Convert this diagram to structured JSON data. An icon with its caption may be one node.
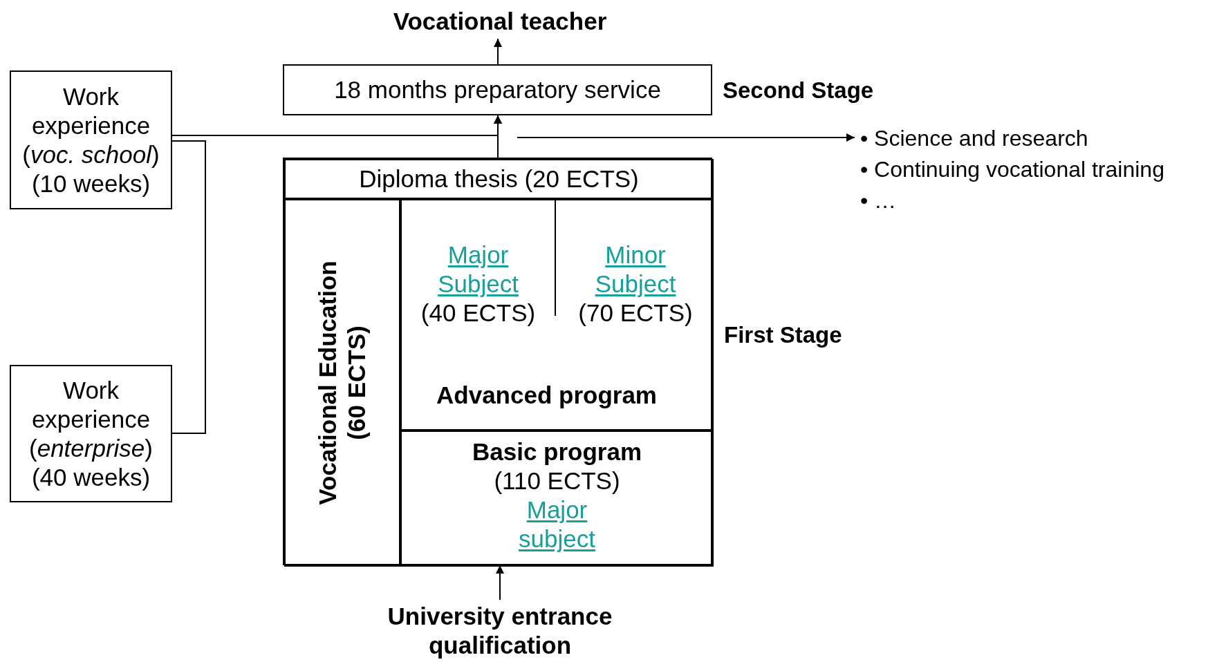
{
  "diagram": {
    "nodes": [
      {
        "text": [
          "Vocational teacher"
        ]
      },
      {
        "text": [
          "18 months preparatory service"
        ]
      },
      {
        "text": [
          "Work experience (*voc. school*) (10 weeks)"
        ]
      },
      {
        "text": [
          "Work experience (*enterprise*) (40 weeks)"
        ]
      },
      {
        "text": [],
        "shape": "box"
      },
      {
        "text": [
          "Diploma thesis (20 ECTS)"
        ],
        "in": 4
      },
      {
        "text": [
          "Vocational Education (60 ECTS)"
        ],
        "in": 4
      },
      {
        "text": [
          "Advanced program"
        ],
        "in": 4
      },
      {
        "text": [
          "Major Subject",
          "(40 ECTS)"
        ],
        "in": 7
      },
      {
        "text": [
          "Minor Subject",
          "(70 ECTS)"
        ],
        "in": 7
      },
      {
        "text": [
          "Basic program",
          "(110 ECTS)",
          "Major subject"
        ],
        "in": 4
      },
      {
        "text": [
          "• Science and research",
          "• Continuing vocational training",
          "• …"
        ]
      },
      {
        "text": [
          "University entrance qualification"
        ]
      }
    ],
    "edges": [
      {
        "from": 1,
        "to": 0,
        "arrow": "to"
      },
      {
        "from": 5,
        "to": 1,
        "arrow": "to"
      },
      {
        "from": 2,
        "to": 1,
        "arrow": "to"
      },
      {
        "from": 3,
        "to": 2,
        "arrow": "none"
      },
      {
        "from": null,
        "to": 11,
        "arrow": "to"
      },
      {
        "from": 12,
        "to": 10,
        "arrow": "to"
      }
    ],
    "labels": [
      "Second Stage",
      "First Stage"
    ]
  }
}
